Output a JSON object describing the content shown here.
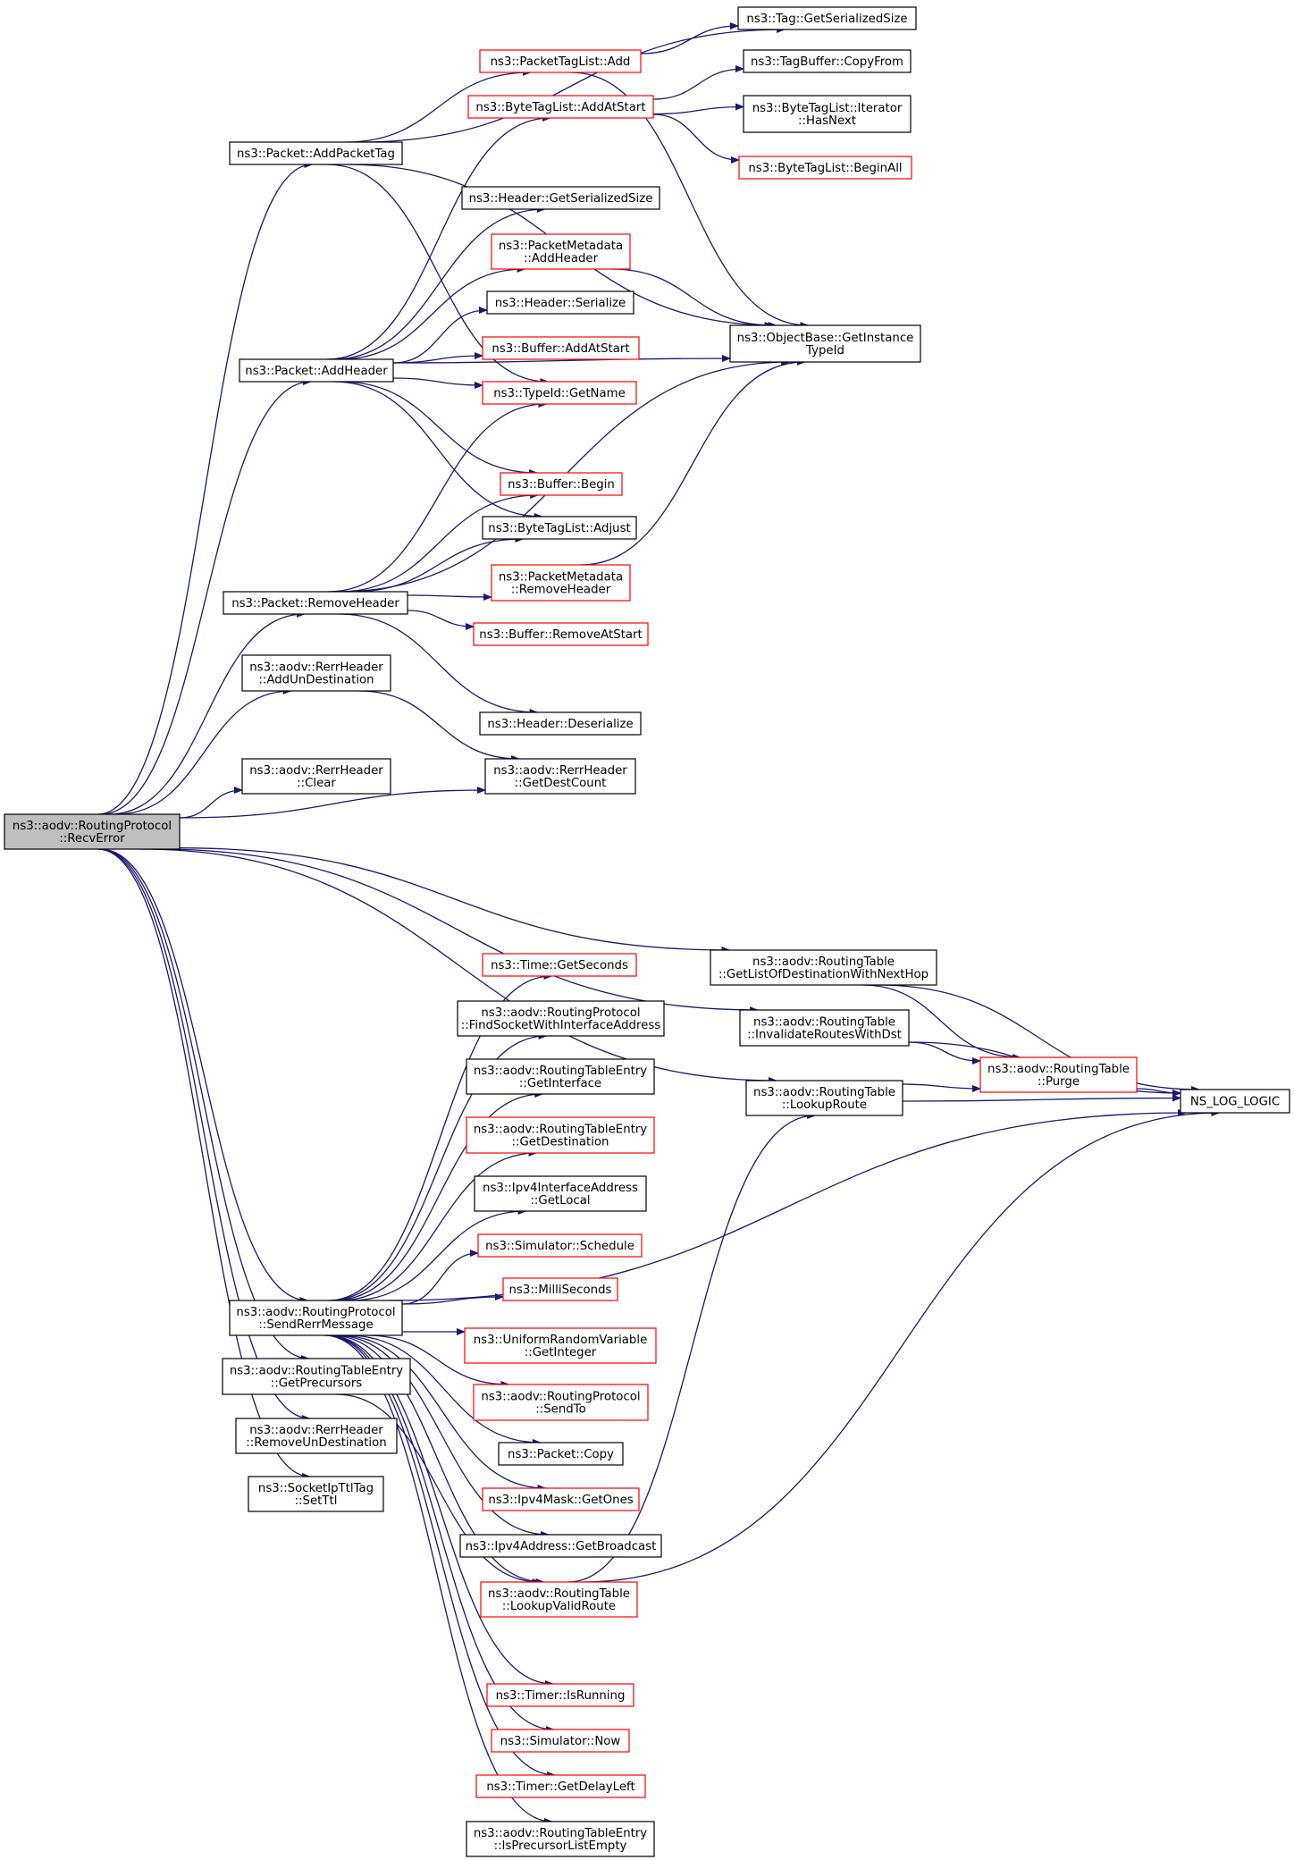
{
  "colors": {
    "edge": "#191970",
    "border_normal": "#000000",
    "border_truncated": "#ff0000",
    "root_fill": "#bfbfbf",
    "node_fill": "#ffffff"
  },
  "nodes": {
    "recv_error": {
      "lines": [
        "ns3::aodv::RoutingProtocol",
        "::RecvError"
      ],
      "kind": "root"
    },
    "add_packet_tag": {
      "lines": [
        "ns3::Packet::AddPacketTag"
      ],
      "kind": "normal"
    },
    "tag_get_serialized_size": {
      "lines": [
        "ns3::Tag::GetSerializedSize"
      ],
      "kind": "normal"
    },
    "packet_tag_list_add": {
      "lines": [
        "ns3::PacketTagList::Add"
      ],
      "kind": "truncated"
    },
    "tag_buffer_copy_from": {
      "lines": [
        "ns3::TagBuffer::CopyFrom"
      ],
      "kind": "normal"
    },
    "byte_tag_list_add_at_start": {
      "lines": [
        "ns3::ByteTagList::AddAtStart"
      ],
      "kind": "truncated"
    },
    "byte_tag_list_iterator_has_next": {
      "lines": [
        "ns3::ByteTagList::Iterator",
        "::HasNext"
      ],
      "kind": "normal"
    },
    "byte_tag_list_begin_all": {
      "lines": [
        "ns3::ByteTagList::BeginAll"
      ],
      "kind": "truncated"
    },
    "header_get_serialized_size": {
      "lines": [
        "ns3::Header::GetSerializedSize"
      ],
      "kind": "normal"
    },
    "packet_metadata_add_header": {
      "lines": [
        "ns3::PacketMetadata",
        "::AddHeader"
      ],
      "kind": "truncated"
    },
    "header_serialize": {
      "lines": [
        "ns3::Header::Serialize"
      ],
      "kind": "normal"
    },
    "object_base_get_instance_type_id": {
      "lines": [
        "ns3::ObjectBase::GetInstance",
        "TypeId"
      ],
      "kind": "normal"
    },
    "packet_add_header": {
      "lines": [
        "ns3::Packet::AddHeader"
      ],
      "kind": "normal"
    },
    "buffer_add_at_start": {
      "lines": [
        "ns3::Buffer::AddAtStart"
      ],
      "kind": "truncated"
    },
    "type_id_get_name": {
      "lines": [
        "ns3::TypeId::GetName"
      ],
      "kind": "truncated"
    },
    "buffer_begin": {
      "lines": [
        "ns3::Buffer::Begin"
      ],
      "kind": "truncated"
    },
    "byte_tag_list_adjust": {
      "lines": [
        "ns3::ByteTagList::Adjust"
      ],
      "kind": "normal"
    },
    "packet_metadata_remove_header": {
      "lines": [
        "ns3::PacketMetadata",
        "::RemoveHeader"
      ],
      "kind": "truncated"
    },
    "packet_remove_header": {
      "lines": [
        "ns3::Packet::RemoveHeader"
      ],
      "kind": "normal"
    },
    "buffer_remove_at_start": {
      "lines": [
        "ns3::Buffer::RemoveAtStart"
      ],
      "kind": "truncated"
    },
    "rerr_add_un_destination": {
      "lines": [
        "ns3::aodv::RerrHeader",
        "::AddUnDestination"
      ],
      "kind": "normal"
    },
    "header_deserialize": {
      "lines": [
        "ns3::Header::Deserialize"
      ],
      "kind": "normal"
    },
    "rerr_get_dest_count": {
      "lines": [
        "ns3::aodv::RerrHeader",
        "::GetDestCount"
      ],
      "kind": "normal"
    },
    "rerr_clear": {
      "lines": [
        "ns3::aodv::RerrHeader",
        "::Clear"
      ],
      "kind": "normal"
    },
    "rt_get_list_of_destination_with_next_hop": {
      "lines": [
        "ns3::aodv::RoutingTable",
        "::GetListOfDestinationWithNextHop"
      ],
      "kind": "normal"
    },
    "time_get_seconds": {
      "lines": [
        "ns3::Time::GetSeconds"
      ],
      "kind": "truncated"
    },
    "rt_invalidate_routes_with_dst": {
      "lines": [
        "ns3::aodv::RoutingTable",
        "::InvalidateRoutesWithDst"
      ],
      "kind": "normal"
    },
    "rp_find_socket_with_interface_address": {
      "lines": [
        "ns3::aodv::RoutingProtocol",
        "::FindSocketWithInterfaceAddress"
      ],
      "kind": "normal"
    },
    "rte_get_interface": {
      "lines": [
        "ns3::aodv::RoutingTableEntry",
        "::GetInterface"
      ],
      "kind": "normal"
    },
    "rt_purge": {
      "lines": [
        "ns3::aodv::RoutingTable",
        "::Purge"
      ],
      "kind": "truncated"
    },
    "rt_lookup_route": {
      "lines": [
        "ns3::aodv::RoutingTable",
        "::LookupRoute"
      ],
      "kind": "normal"
    },
    "ns_log_logic": {
      "lines": [
        "NS_LOG_LOGIC"
      ],
      "kind": "normal"
    },
    "rte_get_destination": {
      "lines": [
        "ns3::aodv::RoutingTableEntry",
        "::GetDestination"
      ],
      "kind": "truncated"
    },
    "ipv4_interface_address_get_local": {
      "lines": [
        "ns3::Ipv4InterfaceAddress",
        "::GetLocal"
      ],
      "kind": "normal"
    },
    "simulator_schedule": {
      "lines": [
        "ns3::Simulator::Schedule"
      ],
      "kind": "truncated"
    },
    "milli_seconds": {
      "lines": [
        "ns3::MilliSeconds"
      ],
      "kind": "truncated"
    },
    "rp_send_rerr_message": {
      "lines": [
        "ns3::aodv::RoutingProtocol",
        "::SendRerrMessage"
      ],
      "kind": "normal"
    },
    "uniform_random_variable_get_integer": {
      "lines": [
        "ns3::UniformRandomVariable",
        "::GetInteger"
      ],
      "kind": "truncated"
    },
    "rte_get_precursors": {
      "lines": [
        "ns3::aodv::RoutingTableEntry",
        "::GetPrecursors"
      ],
      "kind": "normal"
    },
    "rp_send_to": {
      "lines": [
        "ns3::aodv::RoutingProtocol",
        "::SendTo"
      ],
      "kind": "truncated"
    },
    "rerr_remove_un_destination": {
      "lines": [
        "ns3::aodv::RerrHeader",
        "::RemoveUnDestination"
      ],
      "kind": "normal"
    },
    "packet_copy": {
      "lines": [
        "ns3::Packet::Copy"
      ],
      "kind": "normal"
    },
    "socket_ip_ttl_tag_set_ttl": {
      "lines": [
        "ns3::SocketIpTtlTag",
        "::SetTtl"
      ],
      "kind": "normal"
    },
    "ipv4_mask_get_ones": {
      "lines": [
        "ns3::Ipv4Mask::GetOnes"
      ],
      "kind": "truncated"
    },
    "ipv4_address_get_broadcast": {
      "lines": [
        "ns3::Ipv4Address::GetBroadcast"
      ],
      "kind": "normal"
    },
    "rt_lookup_valid_route": {
      "lines": [
        "ns3::aodv::RoutingTable",
        "::LookupValidRoute"
      ],
      "kind": "truncated"
    },
    "timer_is_running": {
      "lines": [
        "ns3::Timer::IsRunning"
      ],
      "kind": "truncated"
    },
    "simulator_now": {
      "lines": [
        "ns3::Simulator::Now"
      ],
      "kind": "truncated"
    },
    "timer_get_delay_left": {
      "lines": [
        "ns3::Timer::GetDelayLeft"
      ],
      "kind": "truncated"
    },
    "rte_is_precursor_list_empty": {
      "lines": [
        "ns3::aodv::RoutingTableEntry",
        "::IsPrecursorListEmpty"
      ],
      "kind": "normal"
    }
  },
  "edges": [
    [
      "recv_error",
      "add_packet_tag"
    ],
    [
      "recv_error",
      "packet_add_header"
    ],
    [
      "recv_error",
      "packet_remove_header"
    ],
    [
      "recv_error",
      "rerr_add_un_destination"
    ],
    [
      "recv_error",
      "rerr_get_dest_count"
    ],
    [
      "recv_error",
      "rerr_clear"
    ],
    [
      "recv_error",
      "rt_get_list_of_destination_with_next_hop"
    ],
    [
      "recv_error",
      "rt_invalidate_routes_with_dst"
    ],
    [
      "recv_error",
      "rt_lookup_route"
    ],
    [
      "recv_error",
      "rp_send_rerr_message"
    ],
    [
      "recv_error",
      "rte_get_precursors"
    ],
    [
      "recv_error",
      "rerr_remove_un_destination"
    ],
    [
      "recv_error",
      "socket_ip_ttl_tag_set_ttl"
    ],
    [
      "add_packet_tag",
      "tag_get_serialized_size"
    ],
    [
      "add_packet_tag",
      "packet_tag_list_add"
    ],
    [
      "add_packet_tag",
      "object_base_get_instance_type_id"
    ],
    [
      "add_packet_tag",
      "type_id_get_name"
    ],
    [
      "packet_tag_list_add",
      "tag_get_serialized_size"
    ],
    [
      "packet_tag_list_add",
      "object_base_get_instance_type_id"
    ],
    [
      "byte_tag_list_add_at_start",
      "tag_buffer_copy_from"
    ],
    [
      "byte_tag_list_add_at_start",
      "byte_tag_list_iterator_has_next"
    ],
    [
      "byte_tag_list_add_at_start",
      "byte_tag_list_begin_all"
    ],
    [
      "packet_add_header",
      "byte_tag_list_add_at_start"
    ],
    [
      "packet_add_header",
      "header_get_serialized_size"
    ],
    [
      "packet_add_header",
      "packet_metadata_add_header"
    ],
    [
      "packet_add_header",
      "header_serialize"
    ],
    [
      "packet_add_header",
      "buffer_add_at_start"
    ],
    [
      "packet_add_header",
      "type_id_get_name"
    ],
    [
      "packet_add_header",
      "object_base_get_instance_type_id"
    ],
    [
      "packet_add_header",
      "buffer_begin"
    ],
    [
      "packet_add_header",
      "byte_tag_list_adjust"
    ],
    [
      "packet_metadata_add_header",
      "object_base_get_instance_type_id"
    ],
    [
      "packet_remove_header",
      "type_id_get_name"
    ],
    [
      "packet_remove_header",
      "buffer_begin"
    ],
    [
      "packet_remove_header",
      "byte_tag_list_adjust"
    ],
    [
      "packet_remove_header",
      "packet_metadata_remove_header"
    ],
    [
      "packet_remove_header",
      "buffer_remove_at_start"
    ],
    [
      "packet_remove_header",
      "header_deserialize"
    ],
    [
      "packet_remove_header",
      "object_base_get_instance_type_id"
    ],
    [
      "packet_metadata_remove_header",
      "object_base_get_instance_type_id"
    ],
    [
      "rerr_add_un_destination",
      "rerr_get_dest_count"
    ],
    [
      "rt_get_list_of_destination_with_next_hop",
      "rt_purge"
    ],
    [
      "rt_get_list_of_destination_with_next_hop",
      "ns_log_logic"
    ],
    [
      "rt_invalidate_routes_with_dst",
      "rt_purge"
    ],
    [
      "rt_invalidate_routes_with_dst",
      "ns_log_logic"
    ],
    [
      "rt_lookup_route",
      "rt_purge"
    ],
    [
      "rt_lookup_route",
      "ns_log_logic"
    ],
    [
      "rt_purge",
      "ns_log_logic"
    ],
    [
      "rp_send_rerr_message",
      "time_get_seconds"
    ],
    [
      "rp_send_rerr_message",
      "rp_find_socket_with_interface_address"
    ],
    [
      "rp_send_rerr_message",
      "rte_get_interface"
    ],
    [
      "rp_send_rerr_message",
      "rte_get_destination"
    ],
    [
      "rp_send_rerr_message",
      "ipv4_interface_address_get_local"
    ],
    [
      "rp_send_rerr_message",
      "simulator_schedule"
    ],
    [
      "rp_send_rerr_message",
      "milli_seconds"
    ],
    [
      "rp_send_rerr_message",
      "uniform_random_variable_get_integer"
    ],
    [
      "rp_send_rerr_message",
      "rp_send_to"
    ],
    [
      "rp_send_rerr_message",
      "packet_copy"
    ],
    [
      "rp_send_rerr_message",
      "ipv4_mask_get_ones"
    ],
    [
      "rp_send_rerr_message",
      "ipv4_address_get_broadcast"
    ],
    [
      "rp_send_rerr_message",
      "rt_lookup_valid_route"
    ],
    [
      "rp_send_rerr_message",
      "timer_is_running"
    ],
    [
      "rp_send_rerr_message",
      "simulator_now"
    ],
    [
      "rp_send_rerr_message",
      "timer_get_delay_left"
    ],
    [
      "rp_send_rerr_message",
      "rte_is_precursor_list_empty"
    ],
    [
      "rp_send_rerr_message",
      "ns_log_logic"
    ],
    [
      "rte_get_precursors",
      "rt_lookup_valid_route"
    ],
    [
      "rt_lookup_valid_route",
      "rt_lookup_route"
    ],
    [
      "rt_lookup_valid_route",
      "ns_log_logic"
    ]
  ]
}
